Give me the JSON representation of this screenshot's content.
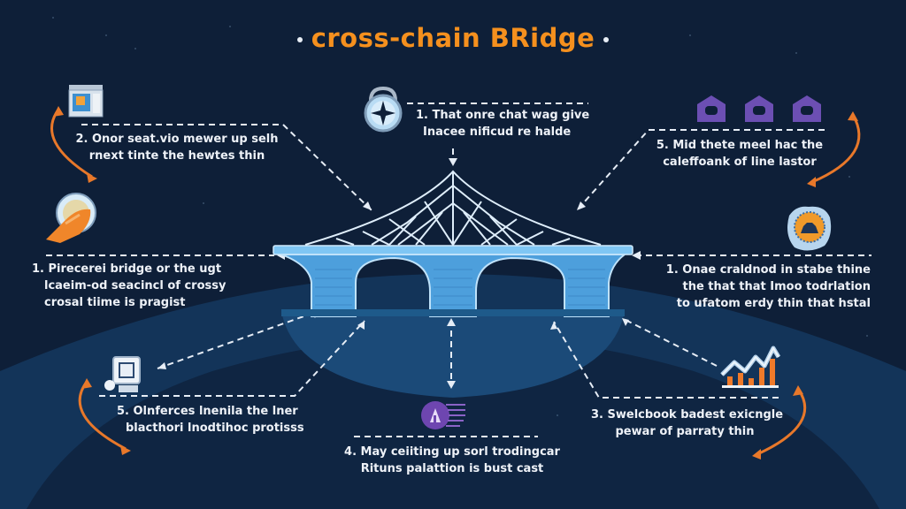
{
  "title": "cross-chain BRidge",
  "colors": {
    "background": "#0e1f38",
    "accent_orange": "#f5901e",
    "bridge_blue": "#5fb0ea",
    "text": "#eef2f8",
    "purple": "#6c4fb3"
  },
  "nodes": [
    {
      "id": "top-center",
      "icon": "compass-lock-icon",
      "lines": [
        "1. That onre chat wag give",
        "Inacee nificud re halde"
      ]
    },
    {
      "id": "top-left",
      "icon": "server-icon",
      "lines": [
        "2. Onor seat.vio mewer up selh",
        "rnext tinte the hewtes thin"
      ]
    },
    {
      "id": "top-right",
      "icon": "link-chain-icon",
      "lines": [
        "5. Mid thete meel hac the",
        "caleffoank of line lastor"
      ]
    },
    {
      "id": "mid-left",
      "icon": "rocket-icon",
      "lines": [
        "1. Pirecerei bridge or the ugt",
        "lcaeim-od seacincl of crossy",
        "crosal tiime is pragist"
      ]
    },
    {
      "id": "mid-right",
      "icon": "coin-badge-icon",
      "lines": [
        "1. Onae craldnod in stabe thine",
        "the that that Imoo todrlation",
        "to ufatom erdy thin that hstal"
      ]
    },
    {
      "id": "bottom-left",
      "icon": "computer-icon",
      "lines": [
        "5. Olnferces lnenila the lner",
        "blacthori lnodtihoc protisss"
      ]
    },
    {
      "id": "bottom-center",
      "icon": "fast-token-icon",
      "lines": [
        "4. May ceiiting up sorl trodingcar",
        "Rituns palattion is bust cast"
      ]
    },
    {
      "id": "bottom-right",
      "icon": "growth-chart-icon",
      "lines": [
        "3. Swelcbook badest exicngle",
        "pewar of parraty thin"
      ]
    }
  ]
}
